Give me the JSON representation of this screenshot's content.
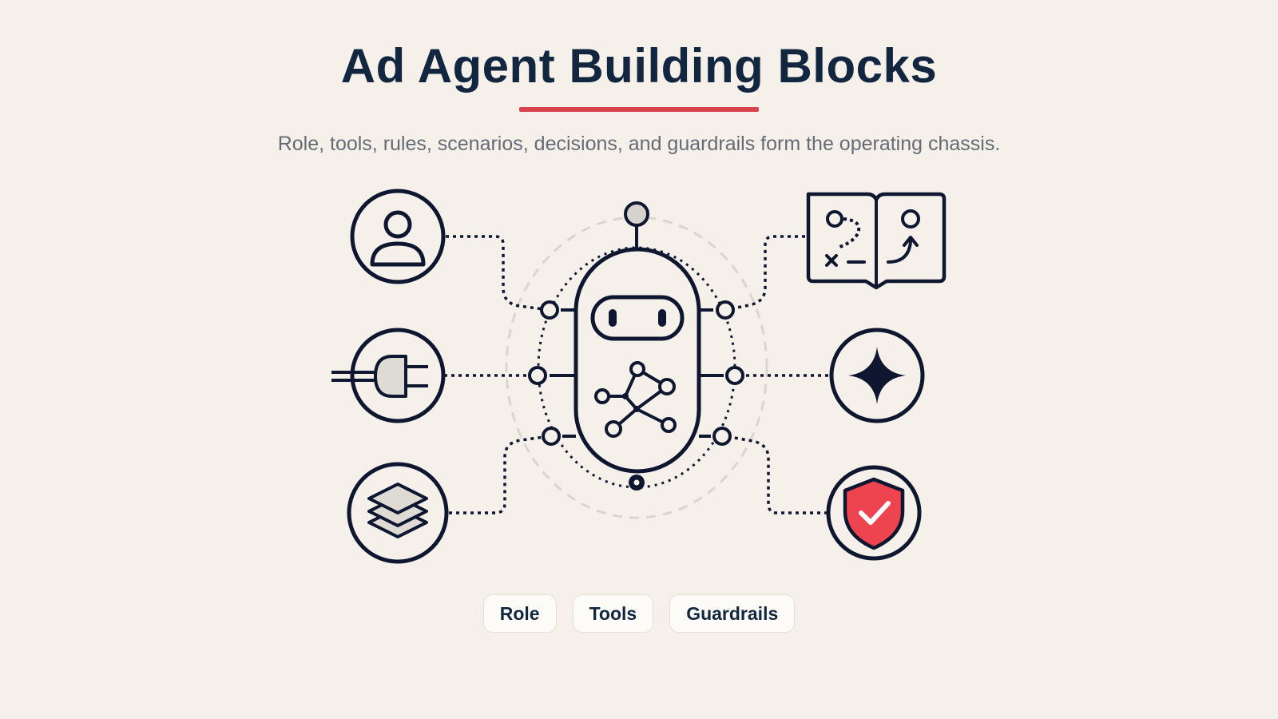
{
  "page": {
    "title": "Ad Agent Building Blocks",
    "subtitle": "Role, tools, rules, scenarios, decisions, and guardrails form the operating chassis."
  },
  "diagram": {
    "center": "robot-icon",
    "blocks": [
      {
        "side": "left",
        "icon": "person-icon"
      },
      {
        "side": "left",
        "icon": "plug-icon"
      },
      {
        "side": "left",
        "icon": "layers-icon"
      },
      {
        "side": "right",
        "icon": "playbook-icon"
      },
      {
        "side": "right",
        "icon": "sparkle-icon"
      },
      {
        "side": "right",
        "icon": "shield-check-icon"
      }
    ]
  },
  "chips": [
    {
      "label": "Role"
    },
    {
      "label": "Tools"
    },
    {
      "label": "Guardrails"
    }
  ],
  "colors": {
    "background": "#f5f1ea",
    "ink": "#0e1630",
    "title": "#12263f",
    "accent": "#d9434b",
    "shield": "#ee4450",
    "subtitle": "#646b75"
  }
}
